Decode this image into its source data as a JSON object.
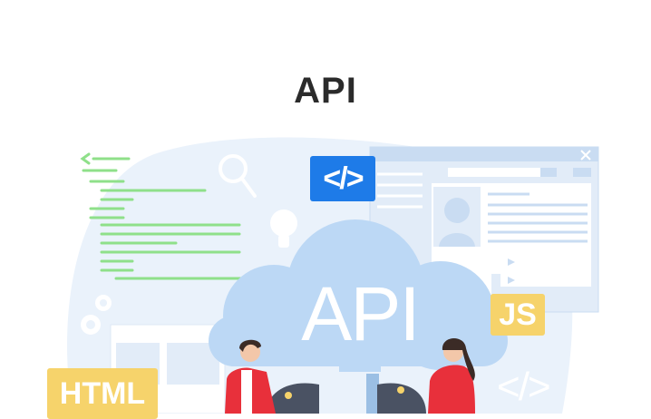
{
  "title": "API",
  "illustration": {
    "code_badge": "</>",
    "cloud_label": "API",
    "js_badge": "JS",
    "html_badge": "HTML",
    "ghost_code": "</>"
  },
  "colors": {
    "title": "#2b2b2b",
    "code_badge": "#1e7be8",
    "yellow_badges": "#f6d36b",
    "cloud": "#bcd8f5",
    "code_lines": "#8fe08a",
    "background_shapes": "#eaf2fb",
    "people_shirts": "#e8303b"
  },
  "icons": [
    "search-icon",
    "lightbulb-icon",
    "gear-icon",
    "close-icon",
    "play-icon",
    "user-avatar-icon",
    "plug-icon"
  ]
}
